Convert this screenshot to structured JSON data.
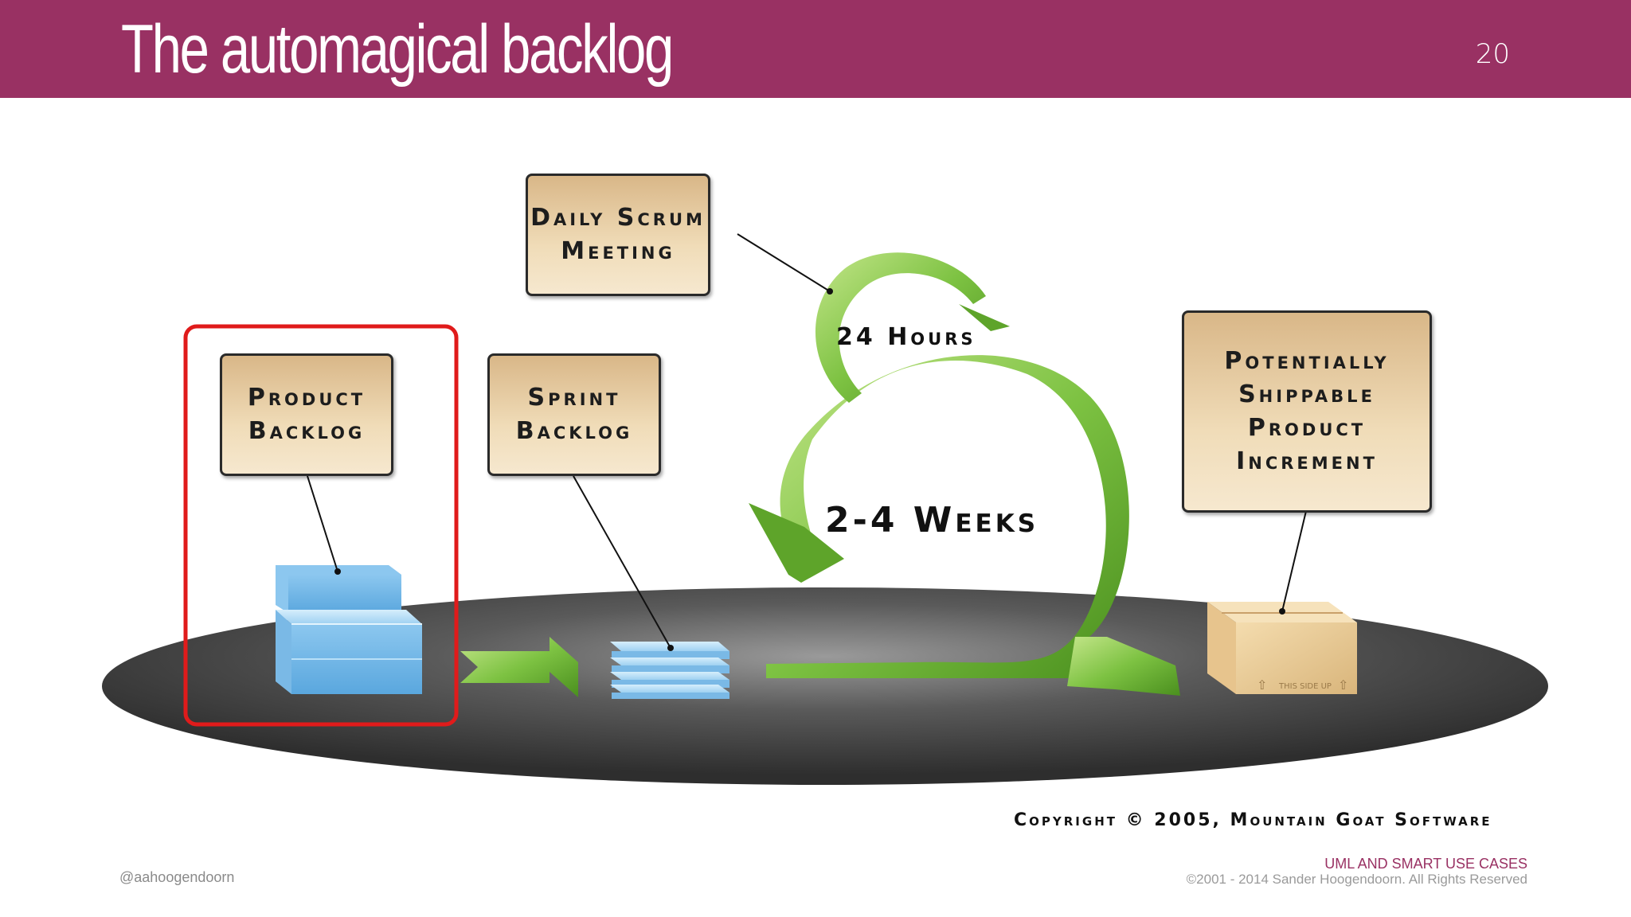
{
  "slide": {
    "title": "The automagical backlog",
    "page_number": "20"
  },
  "diagram": {
    "daily_scrum": [
      "Daily Scrum",
      "Meeting"
    ],
    "product_backlog": [
      "Product",
      "Backlog"
    ],
    "sprint_backlog": [
      "Sprint",
      "Backlog"
    ],
    "increment": [
      "Potentially",
      "Shippable",
      "Product",
      "Increment"
    ],
    "hours_label": "24 Hours",
    "weeks_label": "2-4 Weeks",
    "box_stamp": "THIS SIDE UP",
    "copyright": "Copyright © 2005, Mountain Goat Software",
    "highlight_color": "#e01b1b",
    "arrow_color": "#7dc242"
  },
  "footer": {
    "handle": "@aahoogendoorn",
    "course": "UML AND SMART USE CASES",
    "rights": "©2001 - 2014 Sander Hoogendoorn. All Rights Reserved"
  }
}
